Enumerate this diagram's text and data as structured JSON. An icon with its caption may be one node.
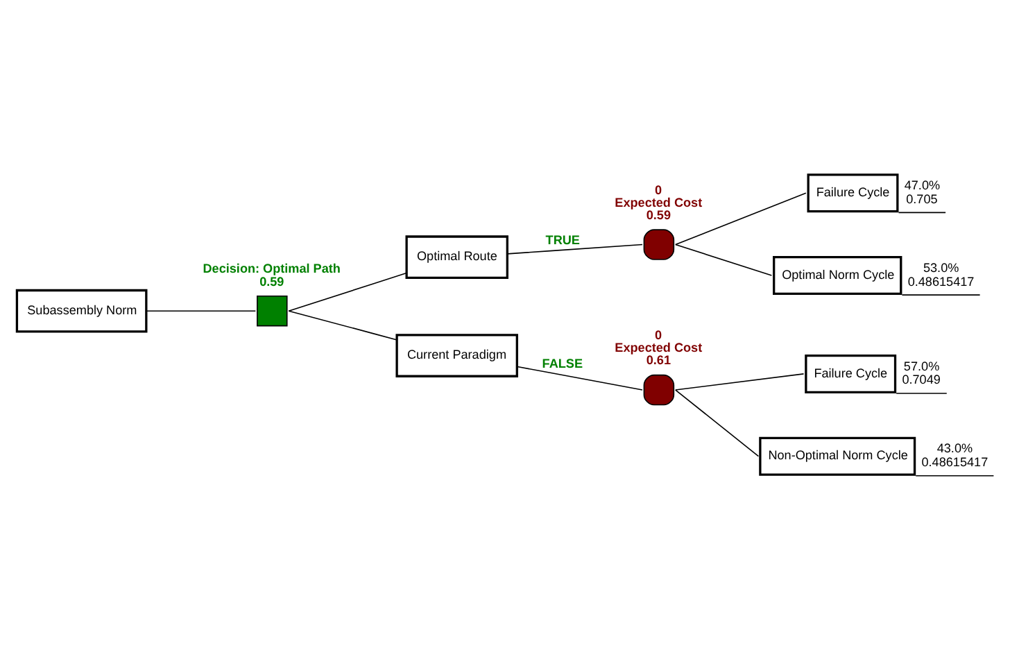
{
  "diagram": {
    "nodes": [
      {
        "text": [
          "Subassembly Norm"
        ]
      },
      {
        "text": [],
        "shape": "box",
        "beside": [
          "Decision: Optimal Path",
          "0.59"
        ]
      },
      {
        "text": [
          "Optimal Route"
        ]
      },
      {
        "text": [
          "Current Paradigm"
        ]
      },
      {
        "text": [],
        "shape": "circle",
        "beside": [
          "0",
          "Expected Cost",
          "0.59"
        ]
      },
      {
        "text": [],
        "shape": "circle",
        "beside": [
          "0",
          "Expected Cost",
          "0.61"
        ]
      },
      {
        "text": [
          "Failure Cycle"
        ],
        "beside": [
          "47.0%",
          "0.705"
        ]
      },
      {
        "text": [
          "Optimal Norm Cycle"
        ],
        "beside": [
          "53.0%",
          "0.48615417"
        ]
      },
      {
        "text": [
          "Failure Cycle"
        ],
        "beside": [
          "57.0%",
          "0.7049"
        ]
      },
      {
        "text": [
          "Non-Optimal Norm Cycle"
        ],
        "beside": [
          "43.0%",
          "0.48615417"
        ]
      }
    ],
    "edges": [
      {
        "from": 0,
        "to": 1,
        "arrow": "none"
      },
      {
        "from": 1,
        "to": 2,
        "arrow": "none"
      },
      {
        "from": 1,
        "to": 3,
        "arrow": "none"
      },
      {
        "from": 2,
        "to": 4,
        "arrow": "none",
        "label": "TRUE"
      },
      {
        "from": 3,
        "to": 5,
        "arrow": "none",
        "label": "FALSE"
      },
      {
        "from": 4,
        "to": 6,
        "arrow": "none"
      },
      {
        "from": 4,
        "to": 7,
        "arrow": "none"
      },
      {
        "from": 5,
        "to": 8,
        "arrow": "none"
      },
      {
        "from": 5,
        "to": 9,
        "arrow": "none"
      }
    ]
  }
}
